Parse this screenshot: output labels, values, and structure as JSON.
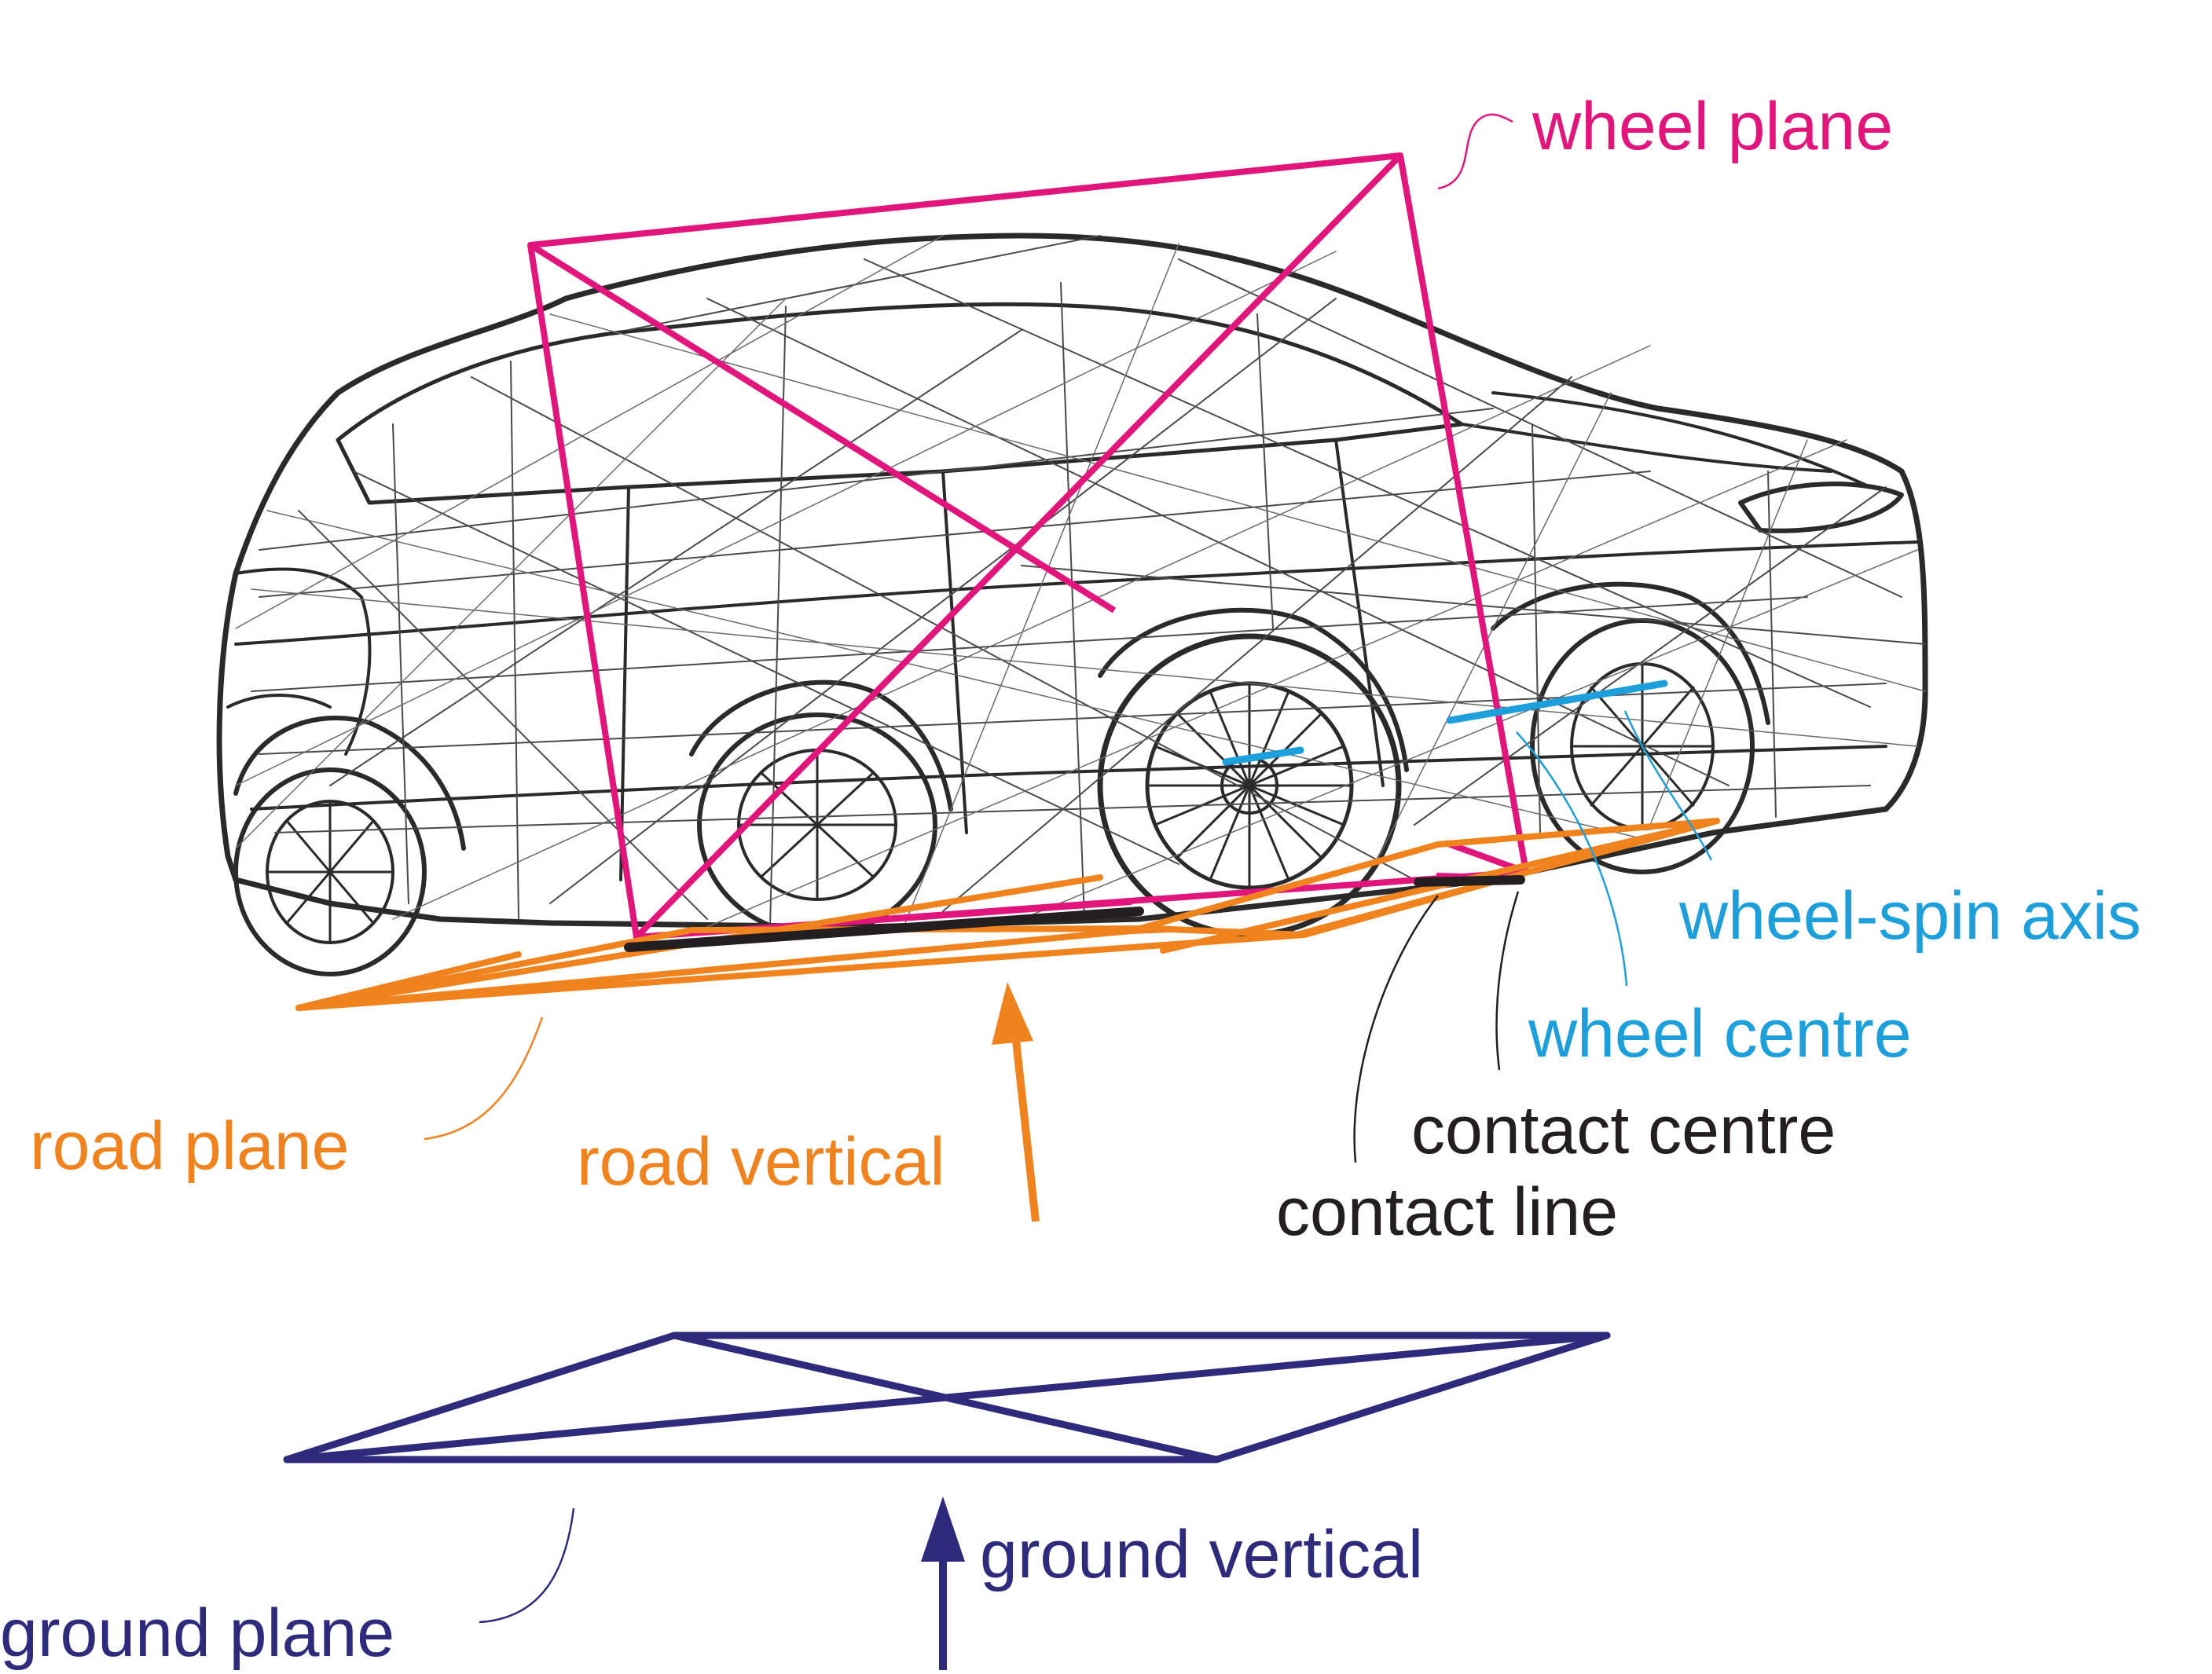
{
  "colors": {
    "wheel_plane": "#e2157c",
    "road": "#f0831e",
    "spin_axis": "#1d9fdc",
    "contact": "#231f20",
    "ground": "#2e2a7c",
    "wireframe": "#2a2a2a"
  },
  "labels": {
    "wheel_plane": "wheel plane",
    "wheel_spin_axis": "wheel-spin axis",
    "wheel_centre": "wheel centre",
    "contact_centre": "contact centre",
    "contact_line": "contact line",
    "road_plane": "road plane",
    "road_vertical": "road vertical",
    "ground_vertical": "ground vertical",
    "ground_plane": "ground plane"
  },
  "illustration": {
    "subject": "car-wireframe"
  }
}
